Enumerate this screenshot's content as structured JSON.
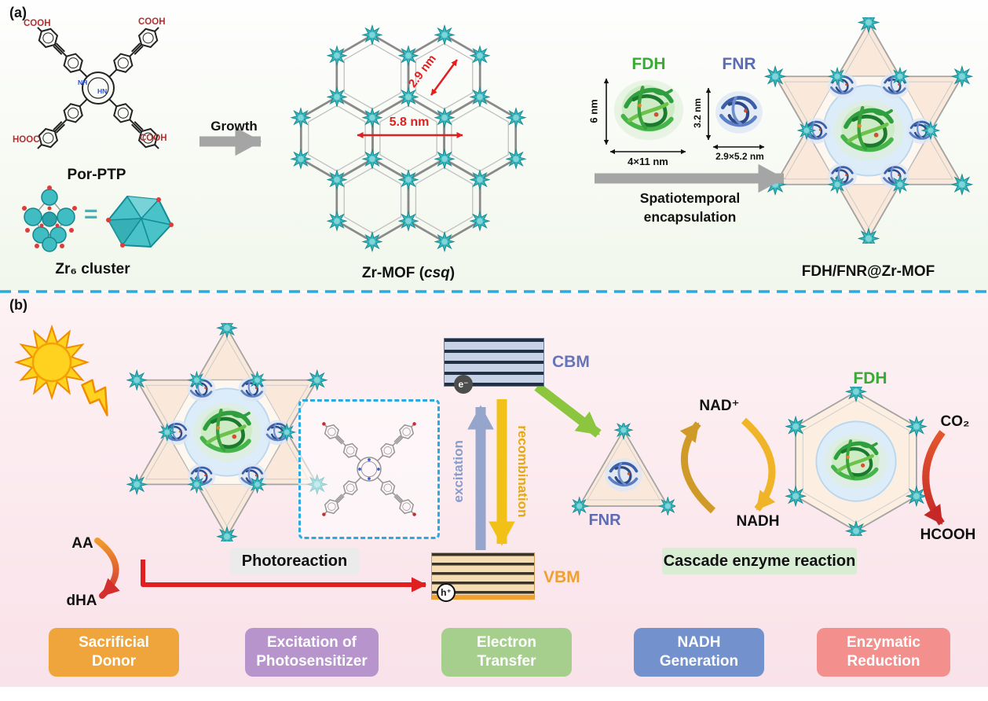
{
  "colors": {
    "teal_cluster": "#38b6bd",
    "dashed_divider": "#29abe2",
    "fdh_green": "#3aaa35",
    "fnr_blue": "#5b6cb5",
    "cbm_blue": "#6674b8",
    "vbm_orange": "#f0a030",
    "excitation_blue": "#8a9cc8",
    "recombination_gold": "#e3a812",
    "red_accent": "#e02020",
    "step_sacrificial": "#f0a43c",
    "step_excitation": "#b795cc",
    "step_electron": "#a6cf8e",
    "step_nadh": "#7392cd",
    "step_enzymatic": "#f3908d"
  },
  "panel_a": {
    "label": "(a)",
    "molecule": {
      "name": "Por-PTP",
      "cooh_top_left": "COOH",
      "cooh_top_right": "COOH",
      "hooc_bottom_left": "HOOC",
      "cooh_bottom_right": "COOH",
      "nh_label": "NH",
      "hn_label": "HN"
    },
    "cluster": {
      "equals_sign": "=",
      "name": "Zr₆ cluster"
    },
    "growth_arrow_label": "Growth",
    "mof": {
      "name_prefix": "Zr-MOF (",
      "name_topology": "csq",
      "name_suffix": ")",
      "pore_small": "2.9 nm",
      "pore_large": "5.8 nm"
    },
    "fdh": {
      "name": "FDH",
      "height": "6 nm",
      "footprint": "4×11 nm"
    },
    "fnr": {
      "name": "FNR",
      "height": "3.2 nm",
      "footprint": "2.9×5.2 nm"
    },
    "encapsulation_line1": "Spatiotemporal",
    "encapsulation_line2": "encapsulation",
    "product_name": "FDH/FNR@Zr-MOF"
  },
  "panel_b": {
    "label": "(b)",
    "band_diagram": {
      "cbm": "CBM",
      "vbm": "VBM",
      "electron": "e⁻",
      "hole": "h⁺",
      "up_arrow": "excitation",
      "down_arrow": "recombination"
    },
    "donor": {
      "oxidized": "AA",
      "reduced": "dHA"
    },
    "photoreaction_label": "Photoreaction",
    "cascade_label": "Cascade enzyme reaction",
    "cofactor": {
      "oxidized": "NAD⁺",
      "reduced": "NADH"
    },
    "fnr_label": "FNR",
    "fdh_label": "FDH",
    "substrate": "CO₂",
    "product": "HCOOH",
    "steps": [
      {
        "line1": "Sacrificial",
        "line2": "Donor",
        "color": "#f0a43c"
      },
      {
        "line1": "Excitation of",
        "line2": "Photosensitizer",
        "color": "#b795cc"
      },
      {
        "line1": "Electron",
        "line2": "Transfer",
        "color": "#a6cf8e"
      },
      {
        "line1": "NADH",
        "line2": "Generation",
        "color": "#7392cd"
      },
      {
        "line1": "Enzymatic",
        "line2": "Reduction",
        "color": "#f3908d"
      }
    ]
  }
}
